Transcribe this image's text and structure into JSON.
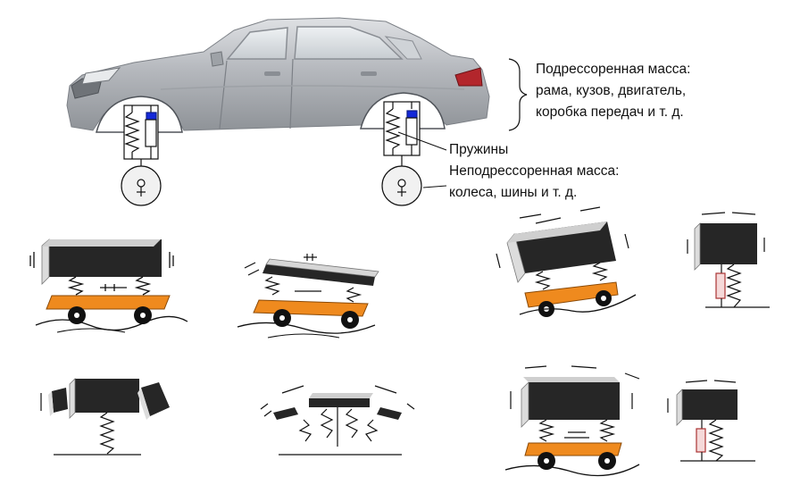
{
  "labels": {
    "sprung_mass": [
      "Подрессоренная масса:",
      "рама, кузов, двигатель,",
      "коробка передач и т. д."
    ],
    "springs": "Пружины",
    "unsprung_mass": [
      "Неподрессоренная масса:",
      "колеса, шины и т. д."
    ]
  },
  "colors": {
    "car_body": "#b9bcc1",
    "car_shadow": "#8e9297",
    "block": "#262626",
    "block_side": "#dcdcdc",
    "frame": "#ef8a1e",
    "damper_cap": "#1428d8",
    "ink": "#111111"
  },
  "panels": [
    {
      "id": "heave-1",
      "motion": "heave"
    },
    {
      "id": "pitch",
      "motion": "pitch"
    },
    {
      "id": "roll",
      "motion": "roll"
    },
    {
      "id": "quarter-car-1",
      "motion": "quarter-car"
    },
    {
      "id": "yaw-lateral",
      "motion": "lateral"
    },
    {
      "id": "splay",
      "motion": "splay"
    },
    {
      "id": "heave-2",
      "motion": "heave"
    },
    {
      "id": "quarter-car-2",
      "motion": "quarter-car"
    }
  ]
}
